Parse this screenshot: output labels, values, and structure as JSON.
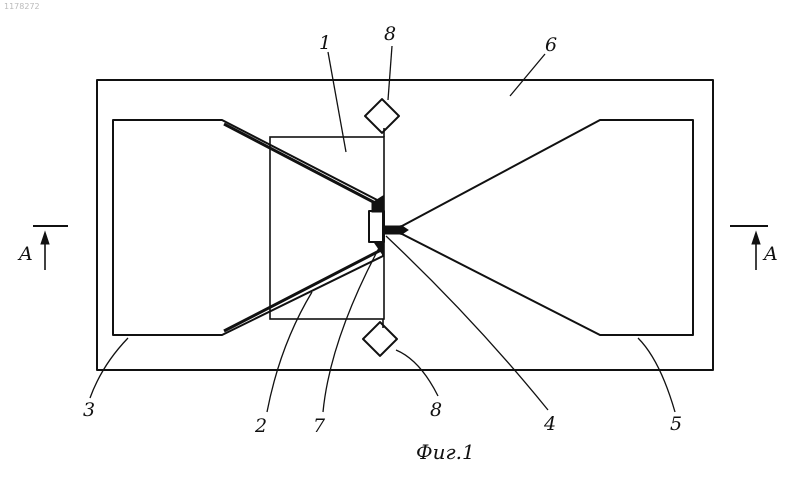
{
  "header": {
    "doc_number": "1178272"
  },
  "labels": {
    "n1": "1",
    "n2": "2",
    "n3": "3",
    "n4": "4",
    "n5": "5",
    "n6": "6",
    "n7": "7",
    "n8_top": "8",
    "n8_bottom": "8"
  },
  "section": {
    "left": "A",
    "right": "A"
  },
  "caption": "Фиг.1"
}
